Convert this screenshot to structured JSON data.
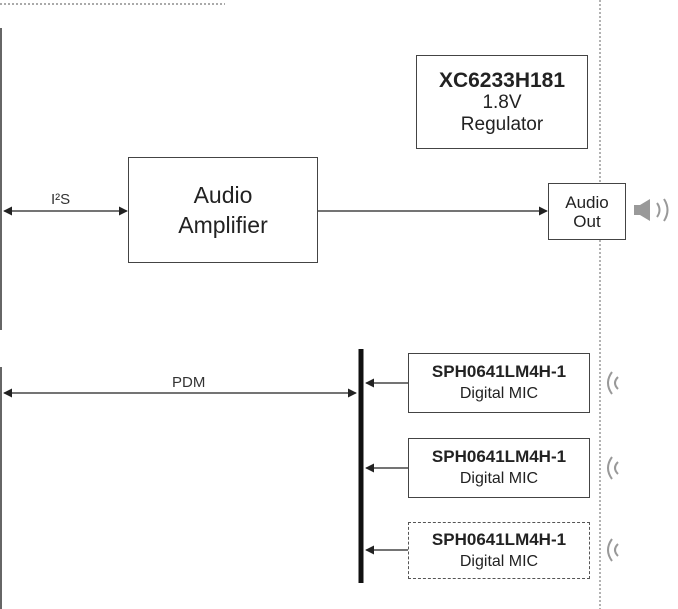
{
  "regulator": {
    "part": "XC6233H181",
    "line2": "1.8V",
    "line3": "Regulator"
  },
  "amplifier": {
    "line1": "Audio",
    "line2": "Amplifier"
  },
  "audio_out": {
    "line1": "Audio",
    "line2": "Out"
  },
  "buses": {
    "i2s": "I²S",
    "pdm": "PDM"
  },
  "mics": [
    {
      "part": "SPH0641LM4H-1",
      "type": "Digital MIC",
      "populated": true
    },
    {
      "part": "SPH0641LM4H-1",
      "type": "Digital MIC",
      "populated": true
    },
    {
      "part": "SPH0641LM4H-1",
      "type": "Digital MIC",
      "populated": false
    }
  ],
  "icons": [
    "speaker-icon",
    "sound-wave-icon"
  ],
  "colors": {
    "line": "#222222",
    "icon": "#999999",
    "border": "#444444"
  }
}
